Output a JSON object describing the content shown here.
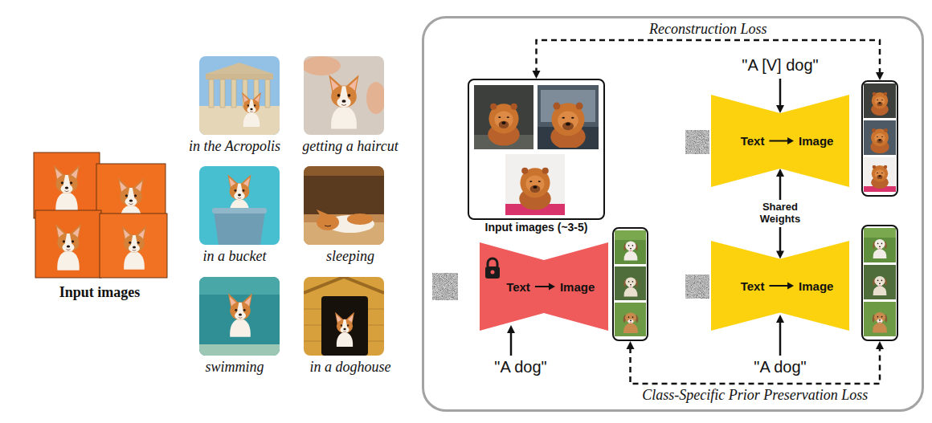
{
  "diagram": {
    "nodes": [
      {
        "text": []
      },
      {
        "text": [
          "Input images (~3-5)"
        ],
        "in": 0
      },
      {
        "text": [
          "Text",
          "Image"
        ],
        "in": 0
      },
      {
        "text": [],
        "in": 0
      },
      {
        "text": [
          "Text",
          "Image"
        ],
        "in": 0
      },
      {
        "text": [],
        "in": 0
      },
      {
        "text": [
          "Text",
          "Image"
        ],
        "in": 0
      },
      {
        "text": [],
        "in": 0
      }
    ],
    "edges": [
      {
        "from": 3,
        "to": 1,
        "arrow": "both",
        "label": "Reconstruction Loss"
      },
      {
        "from": 2,
        "to": 6,
        "arrow": "both",
        "label": "Shared Weights"
      },
      {
        "from": 5,
        "to": 7,
        "arrow": "both",
        "label": "Class-Specific Prior Preservation Loss"
      }
    ],
    "labels": [
      "Input images",
      "in the Acropolis",
      "getting a haircut",
      "in a bucket",
      "sleeping",
      "swimming",
      "in a doghouse",
      "\"A [V] dog\"",
      "\"A dog\"",
      "\"A dog\""
    ]
  }
}
